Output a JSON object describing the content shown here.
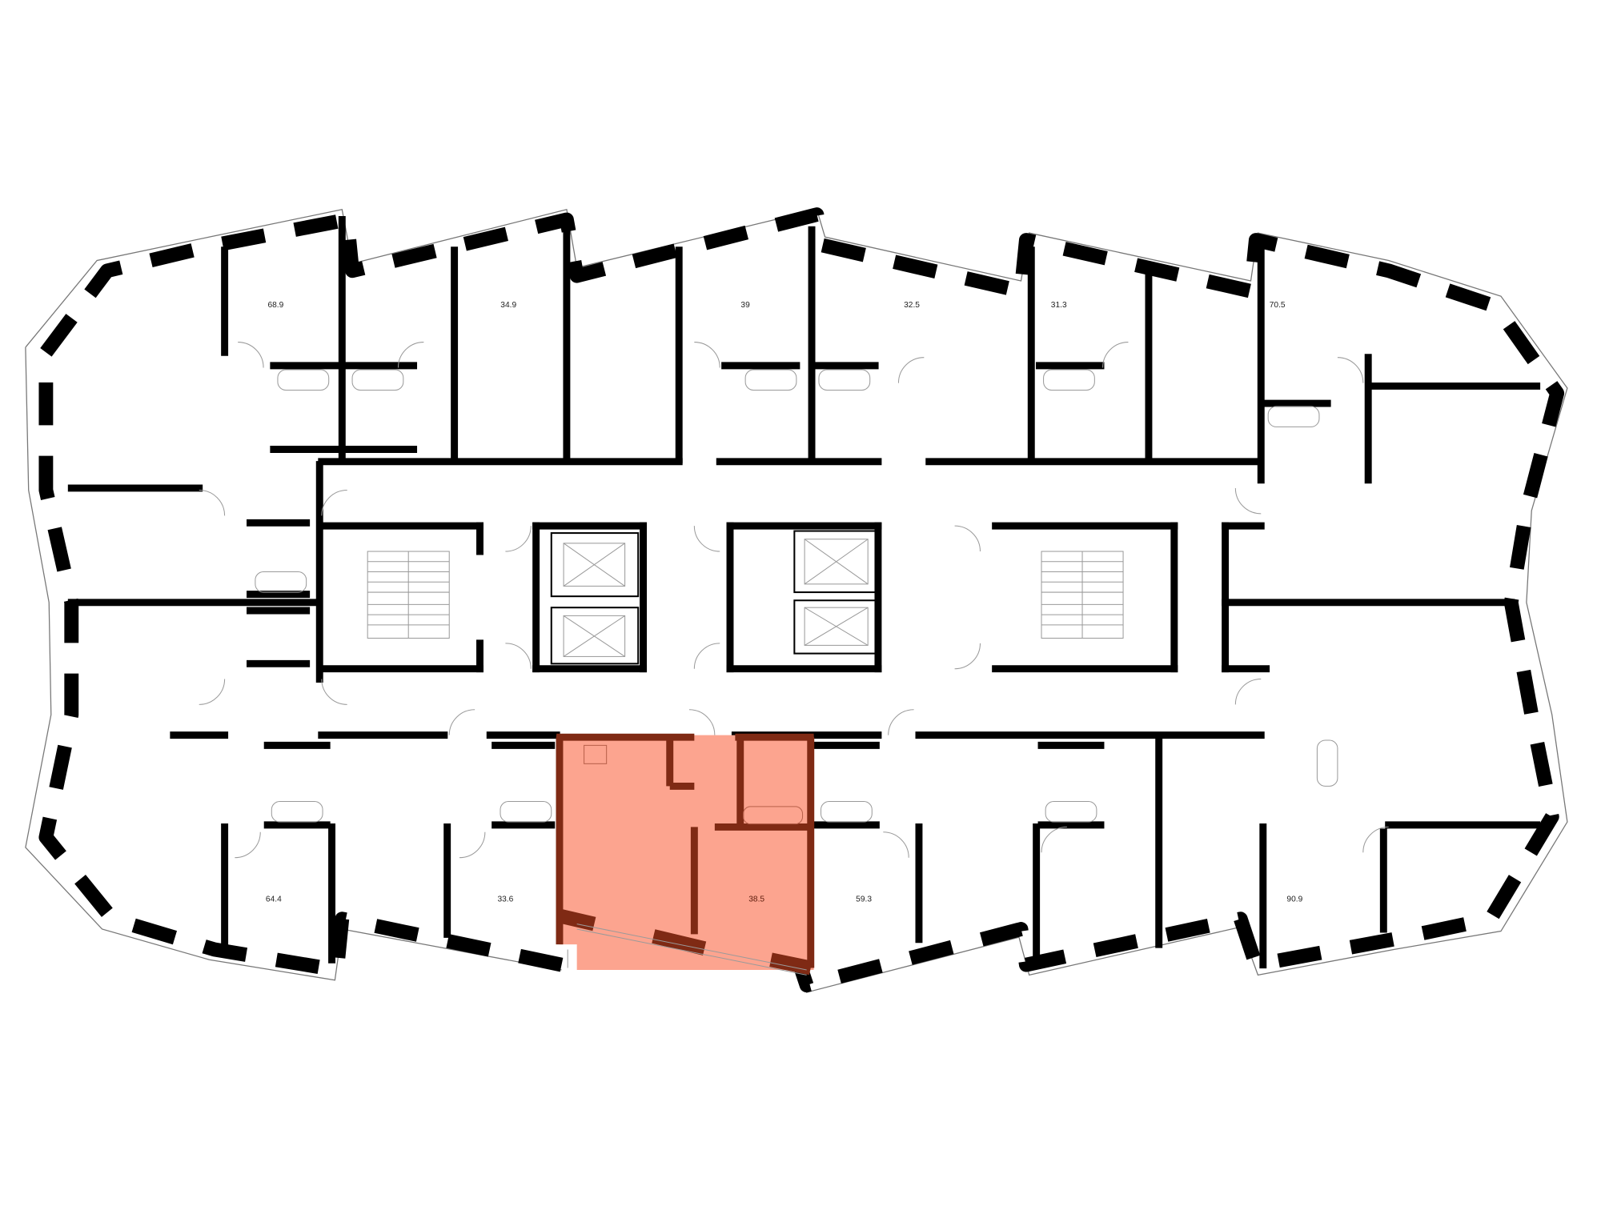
{
  "floor_plan": {
    "highlight_fill": "#fca48f",
    "highlight_wall": "#7f2a14",
    "apartments_top": [
      {
        "area": "68.9"
      },
      {
        "area": "34.9"
      },
      {
        "area": "39"
      },
      {
        "area": "32.5"
      },
      {
        "area": "31.3"
      },
      {
        "area": "70.5"
      }
    ],
    "apartments_bottom": [
      {
        "area": "64.4"
      },
      {
        "area": "33.6"
      },
      {
        "area": "38.5",
        "selected": true
      },
      {
        "area": "59.3"
      },
      {
        "area": "90.9"
      }
    ]
  }
}
